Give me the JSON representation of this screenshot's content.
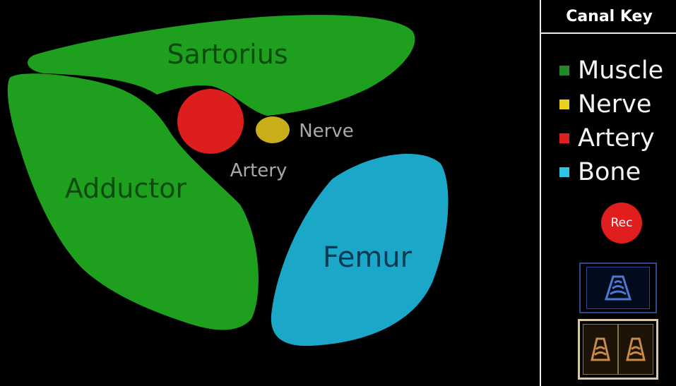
{
  "diagram": {
    "labels": {
      "sartorius": "Sartorius",
      "adductor": "Adductor",
      "femur": "Femur",
      "nerve": "Nerve",
      "artery": "Artery"
    }
  },
  "sidebar": {
    "title": "Canal Key",
    "legend": [
      {
        "label": "Muscle",
        "color": "#1e8a2a"
      },
      {
        "label": "Nerve",
        "color": "#e8d21c"
      },
      {
        "label": "Artery",
        "color": "#e02020"
      },
      {
        "label": "Bone",
        "color": "#2ec4e6"
      }
    ],
    "rec_label": "Rec",
    "modes": [
      {
        "icon": "ultrasound-probe-icon",
        "color": "#4a7ad0"
      },
      {
        "icon": "dual-ultrasound-icon",
        "color": "#c88a4a"
      }
    ]
  },
  "colors": {
    "muscle": "#1ea01e",
    "muscle_text": "#0d4a10",
    "bone": "#1ba8c8",
    "bone_text": "#073a52",
    "artery": "#dd1e1e",
    "nerve": "#c9ae1a",
    "label_gray": "#a8a8a8"
  }
}
